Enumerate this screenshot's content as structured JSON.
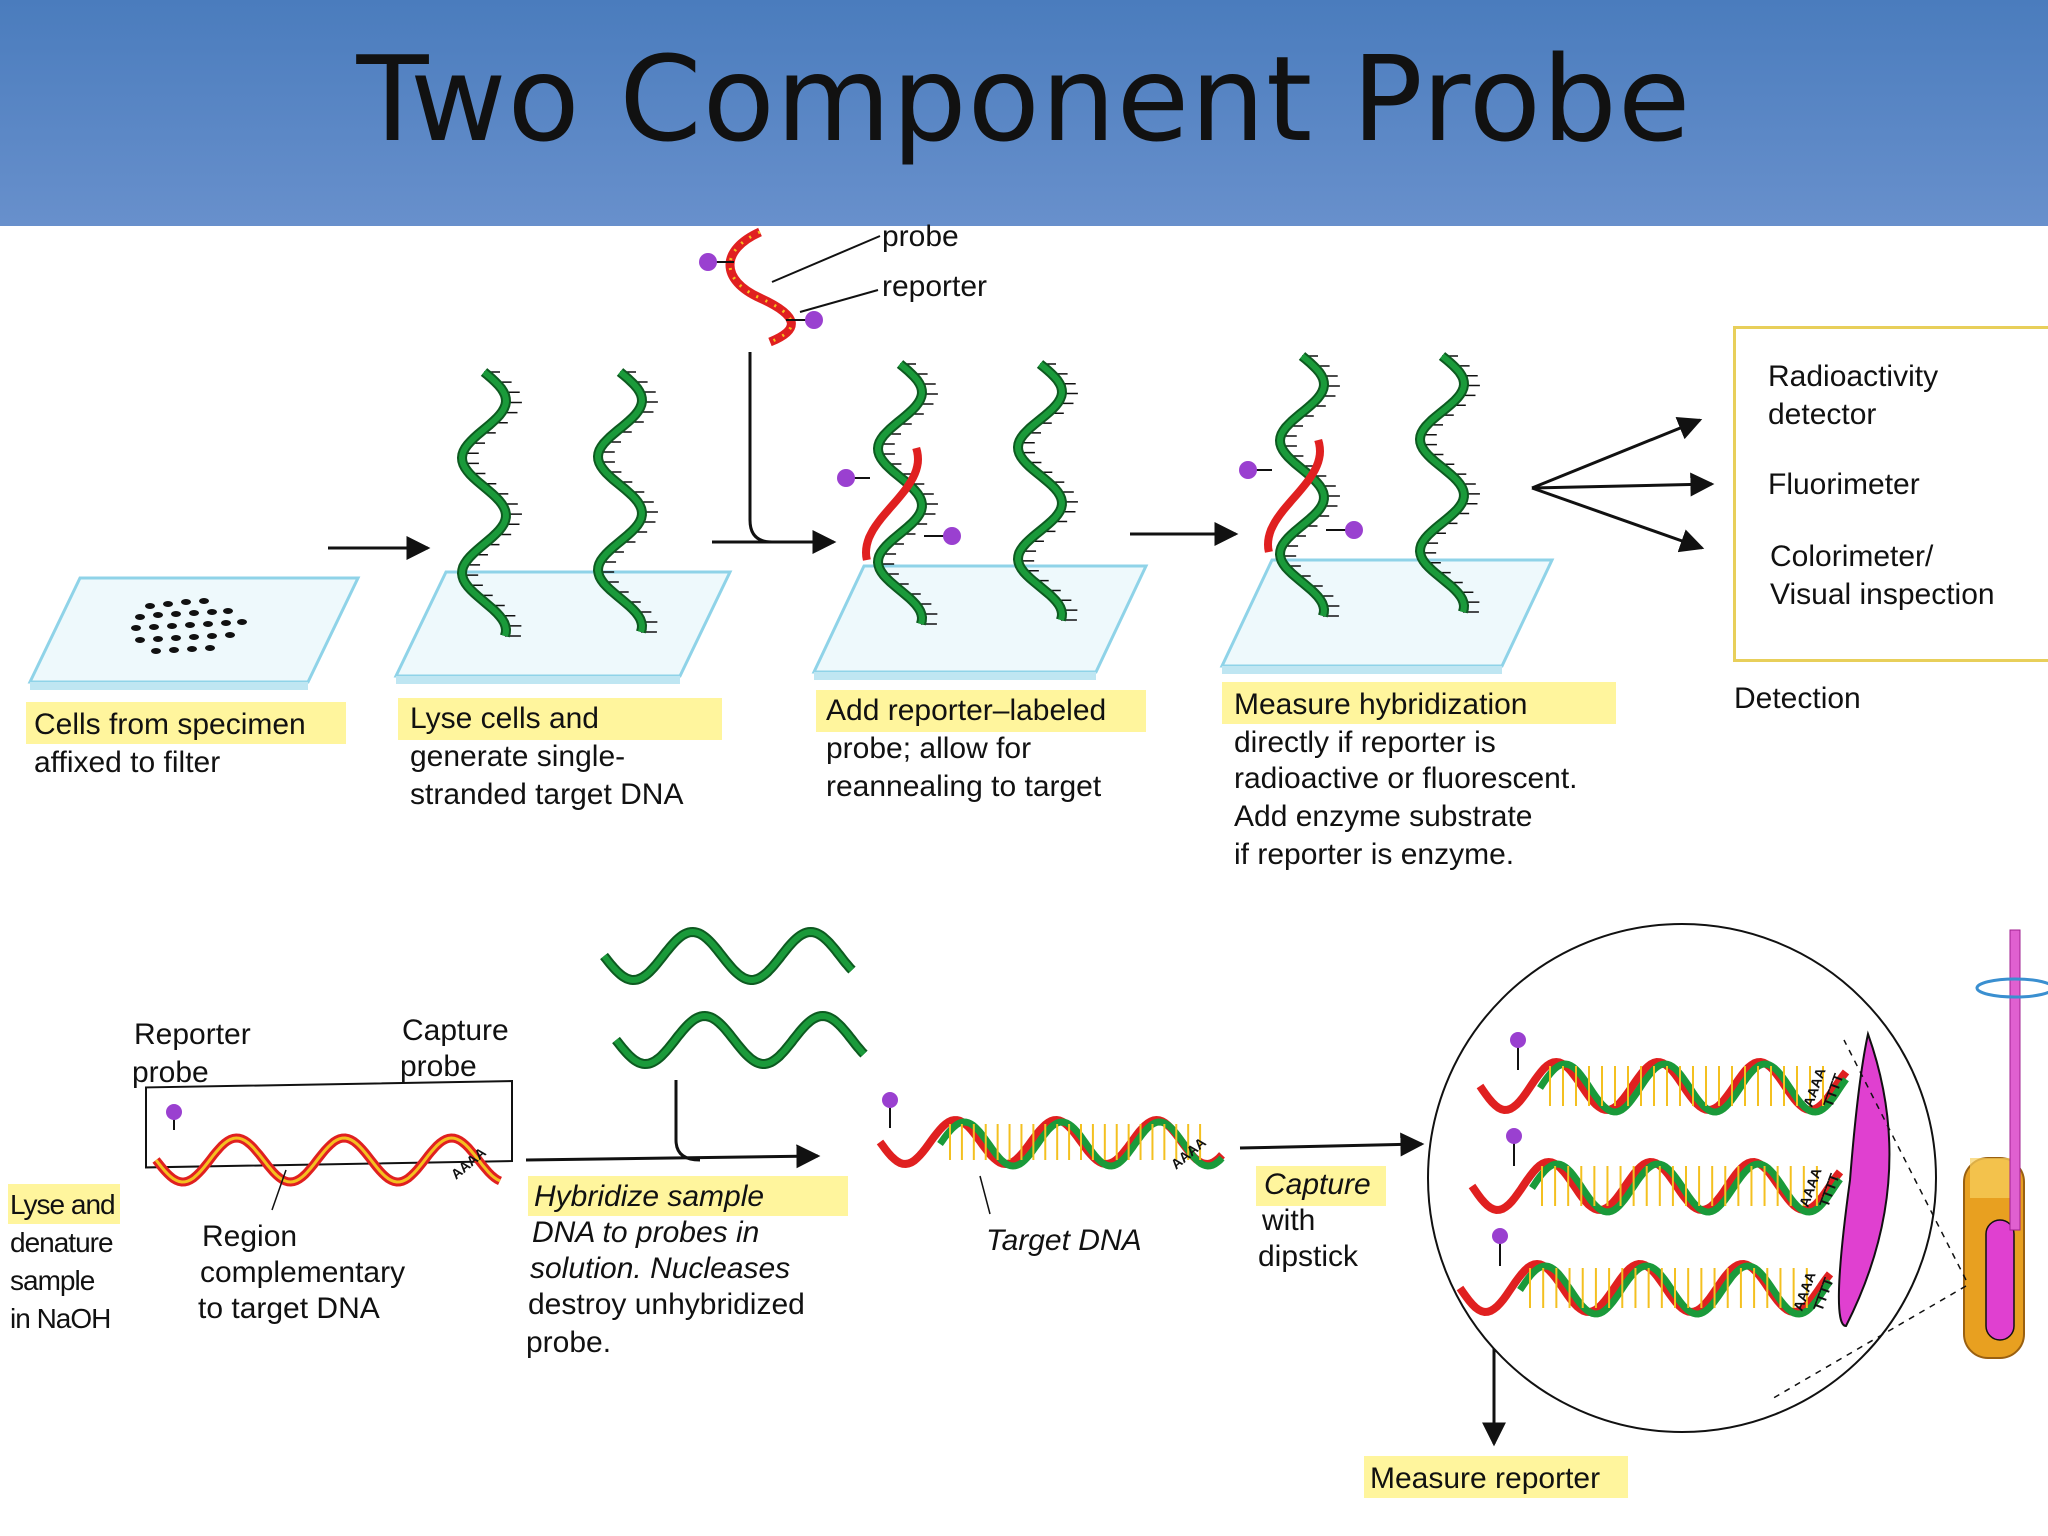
{
  "title": "Two Component Probe",
  "top_labels": {
    "probe": "probe",
    "reporter": "reporter"
  },
  "steps": {
    "step1": [
      "Cells from specimen",
      "affixed to filter"
    ],
    "step2": [
      "Lyse cells and",
      "generate single-",
      "stranded target DNA"
    ],
    "step3": [
      "Add reporter–labeled",
      "probe; allow for",
      "reannealing to target"
    ],
    "step4": [
      "Measure hybridization",
      "directly if reporter is",
      "radioactive or fluorescent.",
      "Add enzyme substrate",
      "if reporter is enzyme."
    ]
  },
  "detection": {
    "items": [
      "Radioactivity",
      "detector",
      "Fluorimeter",
      "Colorimeter/",
      "Visual inspection"
    ],
    "caption": "Detection"
  },
  "bottom": {
    "lyse": [
      "Lyse and",
      "denature",
      "sample",
      "in NaOH"
    ],
    "reporter_probe": [
      "Reporter",
      "probe"
    ],
    "capture_probe": [
      "Capture",
      "probe"
    ],
    "region": [
      "Region",
      "complementary",
      "to target DNA"
    ],
    "hybridize": [
      "Hybridize sample",
      "DNA to probes in",
      "solution. Nucleases",
      "destroy unhybridized",
      "probe."
    ],
    "target_dna": "Target DNA",
    "capture": [
      "Capture",
      "with",
      "dipstick"
    ],
    "measure": "Measure reporter",
    "polyA": "AAAA",
    "polyT": "TTTT"
  },
  "colors": {
    "title_bar": "#5a86c5",
    "green_strand": "#1a9a3a",
    "red_strand": "#e02020",
    "yellow_strand": "#f4c020",
    "reporter_ball": "#9a40d0",
    "filter_blue": "#8fd3e8",
    "highlight": "#fff59d",
    "dipstick_magenta": "#e040d0"
  }
}
